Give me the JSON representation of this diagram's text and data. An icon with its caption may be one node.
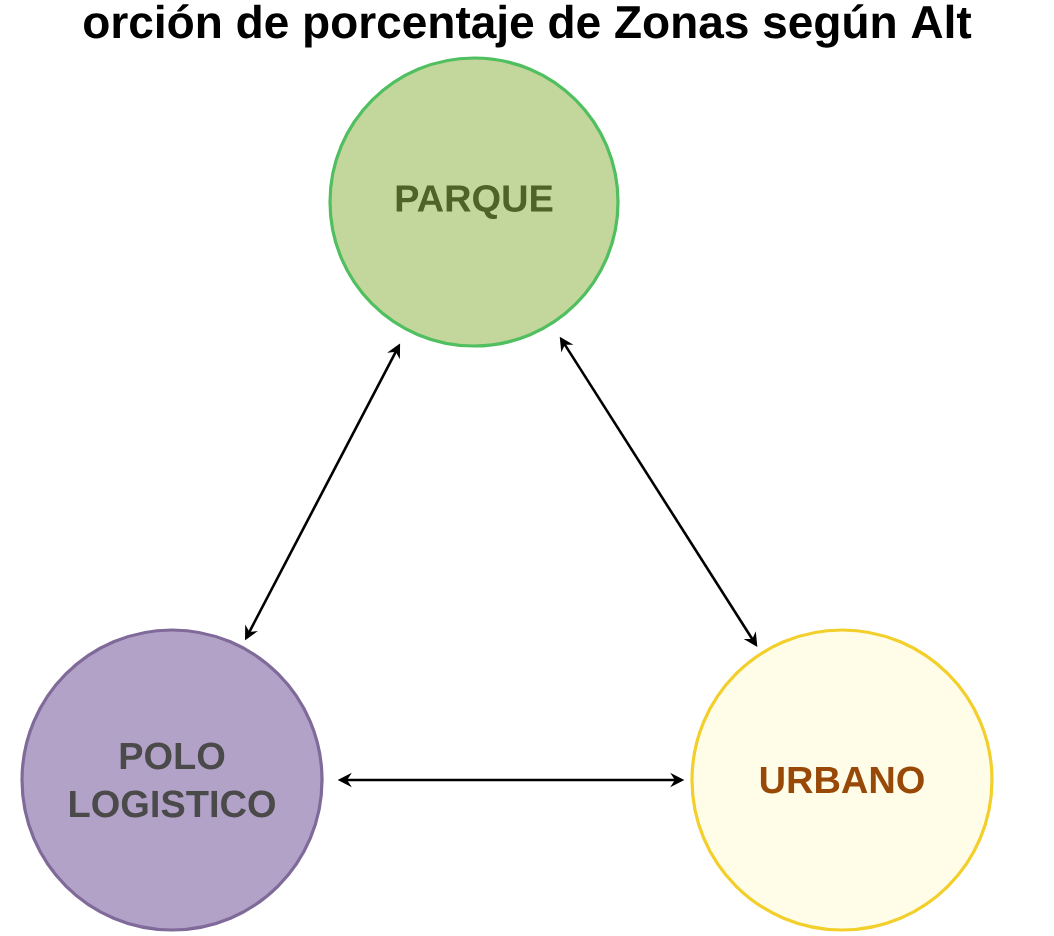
{
  "diagram": {
    "title": "orción de porcentaje de Zonas según Alt",
    "nodes": [
      {
        "text": [
          "PARQUE"
        ]
      },
      {
        "text": [
          "POLO LOGISTICO"
        ]
      },
      {
        "text": [
          "URBANO"
        ]
      }
    ],
    "edges": [
      {
        "from": 0,
        "to": 1,
        "arrow": "both"
      },
      {
        "from": 0,
        "to": 2,
        "arrow": "both"
      },
      {
        "from": 1,
        "to": 2,
        "arrow": "both"
      }
    ]
  }
}
